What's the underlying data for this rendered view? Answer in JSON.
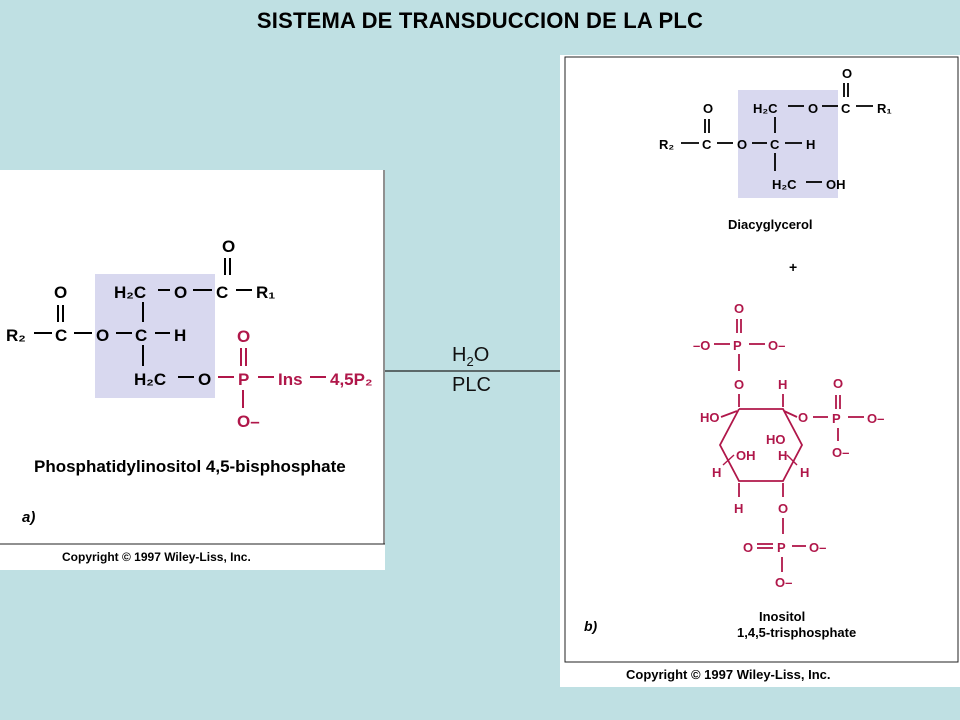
{
  "title": "SISTEMA DE TRANSDUCCION DE LA PLC",
  "reaction": {
    "reagent_main": "H",
    "reagent_sub": "2",
    "reagent_tail": "O",
    "enzyme": "PLC"
  },
  "panel_a": {
    "label": "a)",
    "compound_name": "Phosphatidylinositol 4,5-bisphosphate",
    "copyright": "Copyright © 1997 Wiley-Liss, Inc.",
    "atoms": {
      "o_top": "O",
      "o_left": "O",
      "h2c_top": "H₂C",
      "o_ester": "O",
      "c_ester": "C",
      "r1": "R₁",
      "r2": "R₂",
      "c_left": "C",
      "o_mid": "O",
      "c_mid": "C",
      "h_mid": "H",
      "h2c_bottom": "H₂C",
      "o_bottom": "O",
      "o_phos_top": "O",
      "p": "P",
      "ins": "Ins",
      "p45": "4,5P₂",
      "o_phos_minus": "O–"
    },
    "colors": {
      "highlight": "#d8d8ef",
      "phosphate": "#b0174a"
    }
  },
  "panel_b": {
    "label": "b)",
    "product1_name": "Diacyglycerol",
    "plus": "+",
    "product2_name_line1": "Inositol",
    "product2_name_line2": "1,4,5-trisphosphate",
    "copyright": "Copyright © 1997 Wiley-Liss, Inc.",
    "dag_atoms": {
      "o_top": "O",
      "o_left": "O",
      "h2c_top": "H₂C",
      "o_ester": "O",
      "c_ester": "C",
      "r1": "R₁",
      "r2": "R₂",
      "c_left": "C",
      "o_mid": "O",
      "c_mid": "C",
      "h_mid": "H",
      "h2c_bottom": "H₂C",
      "oh": "OH"
    },
    "ip3_atoms": {
      "o": "O",
      "p": "P",
      "o_minus": "O–",
      "minus_o": "–O",
      "h": "H",
      "ho": "HO",
      "oh": "OH"
    }
  },
  "icons": {
    "arrow": "right-arrow-icon"
  }
}
